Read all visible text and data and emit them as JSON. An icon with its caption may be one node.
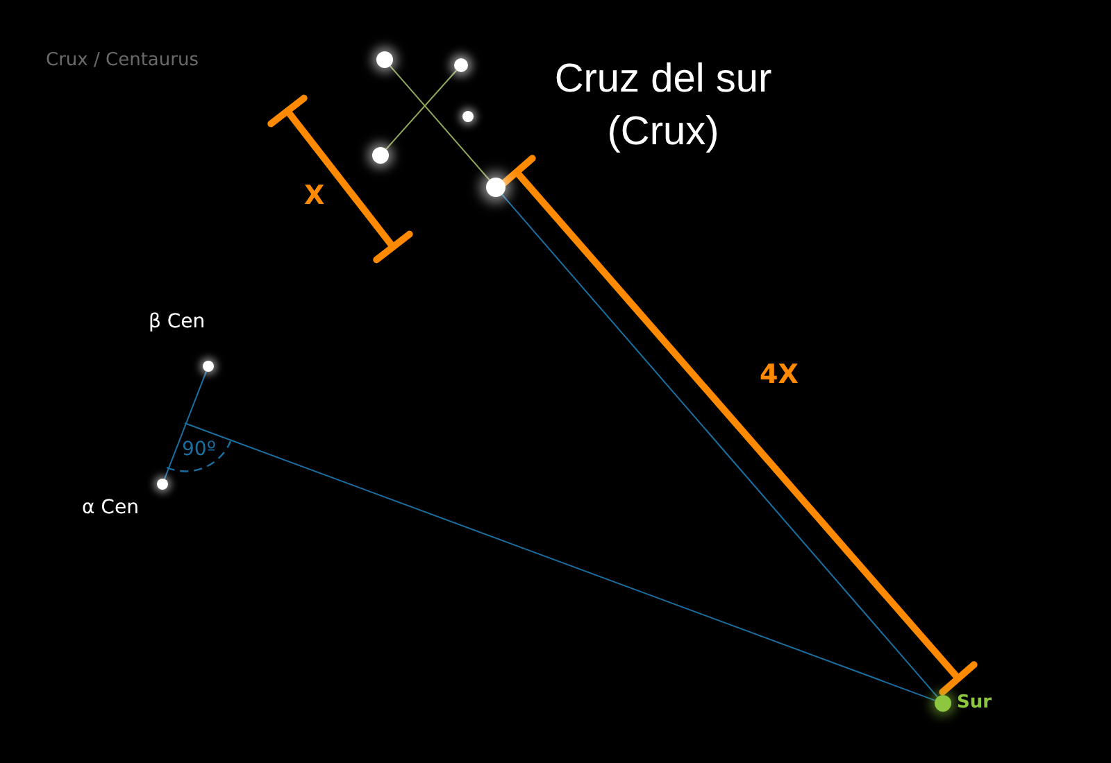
{
  "diagram": {
    "title": "Cruz del sur (Crux)",
    "nodes": [
      {
        "text": [],
        "shape": "circle"
      },
      {
        "text": [],
        "shape": "circle"
      },
      {
        "text": [],
        "shape": "circle"
      },
      {
        "text": [],
        "shape": "circle"
      },
      {
        "text": [],
        "shape": "circle"
      },
      {
        "text": [
          "β Cen"
        ]
      },
      {
        "text": [
          "α Cen"
        ]
      },
      {
        "text": [
          "Sur"
        ]
      }
    ],
    "edges": [
      {
        "from": 0,
        "to": 4,
        "arrow": "none",
        "color": "#8fa85a"
      },
      {
        "from": 1,
        "to": 3,
        "arrow": "none",
        "color": "#8fa85a"
      },
      {
        "from": 4,
        "to": 7,
        "arrow": "none"
      },
      {
        "from": 6,
        "to": 5,
        "arrow": "none"
      },
      {
        "from": null,
        "to": 7,
        "arrow": "none"
      }
    ],
    "labels": [
      "Crux / Centaurus",
      "X",
      "4X",
      "90º"
    ]
  }
}
